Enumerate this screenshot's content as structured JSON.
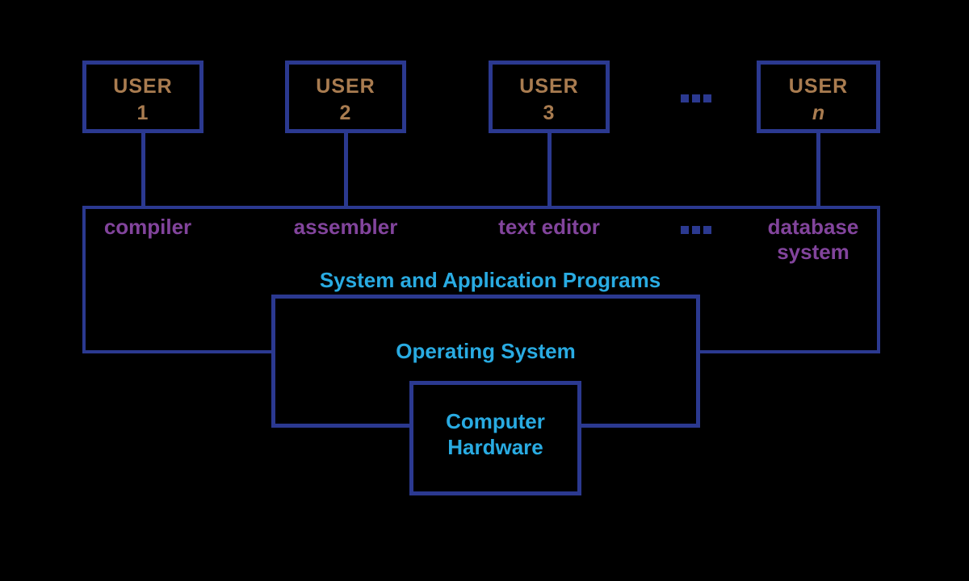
{
  "colors": {
    "background": "#000000",
    "line_blue": "#2B3990",
    "user_text_brown": "#A97C50",
    "program_text_purple": "#82449C",
    "system_text_cyan": "#29ABE2"
  },
  "users": {
    "boxes": [
      {
        "line1": "USER",
        "line2": "1"
      },
      {
        "line1": "USER",
        "line2": "2"
      },
      {
        "line1": "USER",
        "line2": "3"
      },
      {
        "line1": "USER",
        "line2": "n"
      }
    ],
    "ellipsis": "..."
  },
  "programs": {
    "labels": [
      "compiler",
      "assembler",
      "text editor"
    ],
    "ellipsis": "...",
    "database": "database system",
    "title": "System and Application Programs"
  },
  "os": {
    "label": "Operating System"
  },
  "hardware": {
    "label": "Computer Hardware"
  }
}
